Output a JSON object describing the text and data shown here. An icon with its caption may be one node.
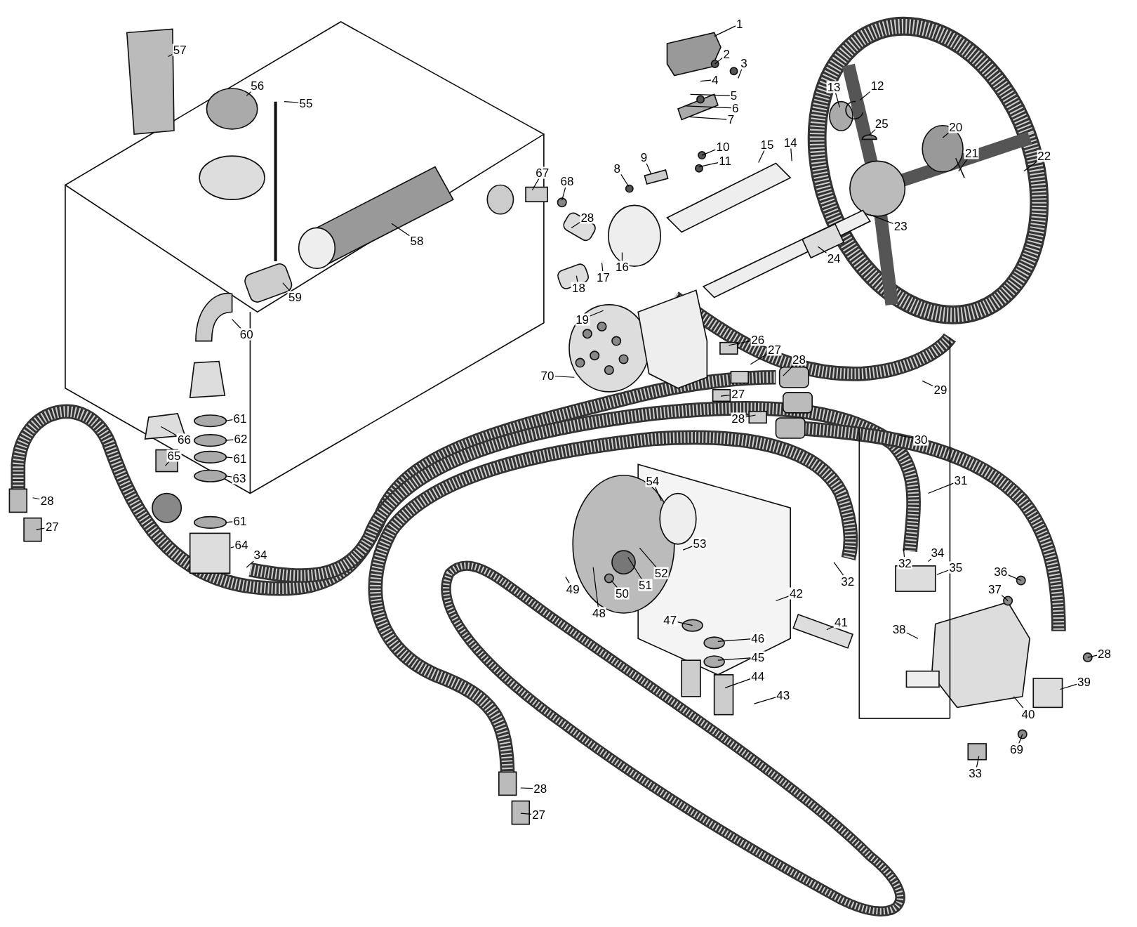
{
  "diagram": {
    "nodes": [
      {
        "text": [
          "1"
        ]
      },
      {
        "text": [
          "2"
        ]
      },
      {
        "text": [
          "3"
        ]
      },
      {
        "text": [
          "4"
        ]
      },
      {
        "text": [
          "5"
        ]
      },
      {
        "text": [
          "6"
        ]
      },
      {
        "text": [
          "7"
        ]
      },
      {
        "text": [
          "8"
        ]
      },
      {
        "text": [
          "9"
        ]
      },
      {
        "text": [
          "10"
        ]
      },
      {
        "text": [
          "11"
        ]
      },
      {
        "text": [
          "12"
        ]
      },
      {
        "text": [
          "13"
        ]
      },
      {
        "text": [
          "14"
        ]
      },
      {
        "text": [
          "15"
        ]
      },
      {
        "text": [
          "16"
        ]
      },
      {
        "text": [
          "17"
        ]
      },
      {
        "text": [
          "18"
        ]
      },
      {
        "text": [
          "19"
        ]
      },
      {
        "text": [
          "20"
        ]
      },
      {
        "text": [
          "21"
        ]
      },
      {
        "text": [
          "22"
        ]
      },
      {
        "text": [
          "23"
        ]
      },
      {
        "text": [
          "24"
        ]
      },
      {
        "text": [
          "25"
        ]
      },
      {
        "text": [
          "26"
        ]
      },
      {
        "text": [
          "27"
        ]
      },
      {
        "text": [
          "28"
        ]
      },
      {
        "text": [
          "27"
        ]
      },
      {
        "text": [
          "28"
        ]
      },
      {
        "text": [
          "29"
        ]
      },
      {
        "text": [
          "30"
        ]
      },
      {
        "text": [
          "31"
        ]
      },
      {
        "text": [
          "32"
        ]
      },
      {
        "text": [
          "32"
        ]
      },
      {
        "text": [
          "34"
        ]
      },
      {
        "text": [
          "35"
        ]
      },
      {
        "text": [
          "36"
        ]
      },
      {
        "text": [
          "37"
        ]
      },
      {
        "text": [
          "38"
        ]
      },
      {
        "text": [
          "39"
        ]
      },
      {
        "text": [
          "40"
        ]
      },
      {
        "text": [
          "41"
        ]
      },
      {
        "text": [
          "42"
        ]
      },
      {
        "text": [
          "43"
        ]
      },
      {
        "text": [
          "44"
        ]
      },
      {
        "text": [
          "45"
        ]
      },
      {
        "text": [
          "46"
        ]
      },
      {
        "text": [
          "47"
        ]
      },
      {
        "text": [
          "48"
        ]
      },
      {
        "text": [
          "49"
        ]
      },
      {
        "text": [
          "50"
        ]
      },
      {
        "text": [
          "51"
        ]
      },
      {
        "text": [
          "52"
        ]
      },
      {
        "text": [
          "53"
        ]
      },
      {
        "text": [
          "54"
        ]
      },
      {
        "text": [
          "55"
        ]
      },
      {
        "text": [
          "56"
        ]
      },
      {
        "text": [
          "57"
        ]
      },
      {
        "text": [
          "58"
        ]
      },
      {
        "text": [
          "59"
        ]
      },
      {
        "text": [
          "60"
        ]
      },
      {
        "text": [
          "61"
        ]
      },
      {
        "text": [
          "62"
        ]
      },
      {
        "text": [
          "61"
        ]
      },
      {
        "text": [
          "63"
        ]
      },
      {
        "text": [
          "61"
        ]
      },
      {
        "text": [
          "64"
        ]
      },
      {
        "text": [
          "65"
        ]
      },
      {
        "text": [
          "66"
        ]
      },
      {
        "text": [
          "67"
        ]
      },
      {
        "text": [
          "68"
        ]
      },
      {
        "text": [
          "28"
        ]
      },
      {
        "text": [
          "70"
        ]
      },
      {
        "text": [
          "27"
        ]
      },
      {
        "text": [
          "28"
        ]
      },
      {
        "text": [
          "34"
        ]
      },
      {
        "text": [
          "28"
        ]
      },
      {
        "text": [
          "33"
        ]
      },
      {
        "text": [
          "69"
        ]
      },
      {
        "text": [
          "28"
        ]
      },
      {
        "text": [
          "27"
        ]
      }
    ],
    "edges": [
      {
        "from": 0,
        "to": null,
        "arrow": "none"
      },
      {
        "from": 1,
        "to": null,
        "arrow": "none"
      },
      {
        "from": 2,
        "to": null,
        "arrow": "none"
      },
      {
        "from": 3,
        "to": null,
        "arrow": "none"
      },
      {
        "from": 4,
        "to": null,
        "arrow": "none"
      },
      {
        "from": 5,
        "to": null,
        "arrow": "none"
      },
      {
        "from": 6,
        "to": null,
        "arrow": "none"
      },
      {
        "from": 7,
        "to": null,
        "arrow": "none"
      },
      {
        "from": 8,
        "to": null,
        "arrow": "none"
      },
      {
        "from": 9,
        "to": null,
        "arrow": "none"
      },
      {
        "from": 10,
        "to": null,
        "arrow": "none"
      },
      {
        "from": 11,
        "to": null,
        "arrow": "none"
      },
      {
        "from": 12,
        "to": null,
        "arrow": "none"
      },
      {
        "from": 13,
        "to": null,
        "arrow": "none"
      },
      {
        "from": 14,
        "to": null,
        "arrow": "none"
      },
      {
        "from": 15,
        "to": null,
        "arrow": "none"
      },
      {
        "from": 16,
        "to": null,
        "arrow": "none"
      },
      {
        "from": 17,
        "to": null,
        "arrow": "none"
      },
      {
        "from": 18,
        "to": null,
        "arrow": "none"
      },
      {
        "from": 19,
        "to": null,
        "arrow": "none"
      },
      {
        "from": 20,
        "to": null,
        "arrow": "none"
      },
      {
        "from": 21,
        "to": null,
        "arrow": "none"
      },
      {
        "from": 22,
        "to": null,
        "arrow": "none"
      },
      {
        "from": 23,
        "to": null,
        "arrow": "none"
      },
      {
        "from": 24,
        "to": null,
        "arrow": "none"
      },
      {
        "from": 25,
        "to": null,
        "arrow": "none"
      },
      {
        "from": 26,
        "to": null,
        "arrow": "none"
      },
      {
        "from": 27,
        "to": null,
        "arrow": "none"
      },
      {
        "from": 28,
        "to": null,
        "arrow": "none"
      },
      {
        "from": 29,
        "to": null,
        "arrow": "none"
      },
      {
        "from": 30,
        "to": null,
        "arrow": "none"
      },
      {
        "from": 31,
        "to": null,
        "arrow": "none"
      },
      {
        "from": 32,
        "to": null,
        "arrow": "none"
      },
      {
        "from": 33,
        "to": null,
        "arrow": "none"
      },
      {
        "from": 34,
        "to": null,
        "arrow": "none"
      },
      {
        "from": 35,
        "to": null,
        "arrow": "none"
      },
      {
        "from": 36,
        "to": null,
        "arrow": "none"
      },
      {
        "from": 37,
        "to": null,
        "arrow": "none"
      },
      {
        "from": 38,
        "to": null,
        "arrow": "none"
      },
      {
        "from": 39,
        "to": null,
        "arrow": "none"
      },
      {
        "from": 40,
        "to": null,
        "arrow": "none"
      },
      {
        "from": 41,
        "to": null,
        "arrow": "none"
      },
      {
        "from": 42,
        "to": null,
        "arrow": "none"
      },
      {
        "from": 43,
        "to": null,
        "arrow": "none"
      },
      {
        "from": 44,
        "to": null,
        "arrow": "none"
      },
      {
        "from": 45,
        "to": null,
        "arrow": "none"
      },
      {
        "from": 46,
        "to": null,
        "arrow": "none"
      },
      {
        "from": 47,
        "to": null,
        "arrow": "none"
      },
      {
        "from": 48,
        "to": null,
        "arrow": "none"
      },
      {
        "from": 49,
        "to": null,
        "arrow": "none"
      },
      {
        "from": 50,
        "to": null,
        "arrow": "none"
      },
      {
        "from": 51,
        "to": null,
        "arrow": "none"
      },
      {
        "from": 52,
        "to": null,
        "arrow": "none"
      },
      {
        "from": 53,
        "to": null,
        "arrow": "none"
      },
      {
        "from": 54,
        "to": null,
        "arrow": "none"
      },
      {
        "from": 55,
        "to": null,
        "arrow": "none"
      },
      {
        "from": 56,
        "to": null,
        "arrow": "none"
      },
      {
        "from": 57,
        "to": null,
        "arrow": "none"
      },
      {
        "from": 58,
        "to": null,
        "arrow": "none"
      },
      {
        "from": 59,
        "to": null,
        "arrow": "none"
      },
      {
        "from": 60,
        "to": null,
        "arrow": "none"
      },
      {
        "from": 61,
        "to": null,
        "arrow": "none"
      },
      {
        "from": 62,
        "to": null,
        "arrow": "none"
      },
      {
        "from": 63,
        "to": null,
        "arrow": "none"
      },
      {
        "from": 64,
        "to": null,
        "arrow": "none"
      },
      {
        "from": 65,
        "to": null,
        "arrow": "none"
      },
      {
        "from": 66,
        "to": null,
        "arrow": "none"
      },
      {
        "from": 67,
        "to": null,
        "arrow": "none"
      },
      {
        "from": 68,
        "to": null,
        "arrow": "none"
      },
      {
        "from": 69,
        "to": null,
        "arrow": "none"
      },
      {
        "from": 70,
        "to": null,
        "arrow": "none"
      },
      {
        "from": 71,
        "to": null,
        "arrow": "none"
      },
      {
        "from": 72,
        "to": null,
        "arrow": "none"
      },
      {
        "from": 73,
        "to": null,
        "arrow": "none"
      },
      {
        "from": 74,
        "to": null,
        "arrow": "none"
      },
      {
        "from": 75,
        "to": null,
        "arrow": "none"
      },
      {
        "from": 76,
        "to": null,
        "arrow": "none"
      },
      {
        "from": 77,
        "to": null,
        "arrow": "none"
      },
      {
        "from": 78,
        "to": null,
        "arrow": "none"
      },
      {
        "from": 79,
        "to": null,
        "arrow": "none"
      },
      {
        "from": 80,
        "to": null,
        "arrow": "none"
      },
      {
        "from": 81,
        "to": null,
        "arrow": "none"
      }
    ]
  }
}
